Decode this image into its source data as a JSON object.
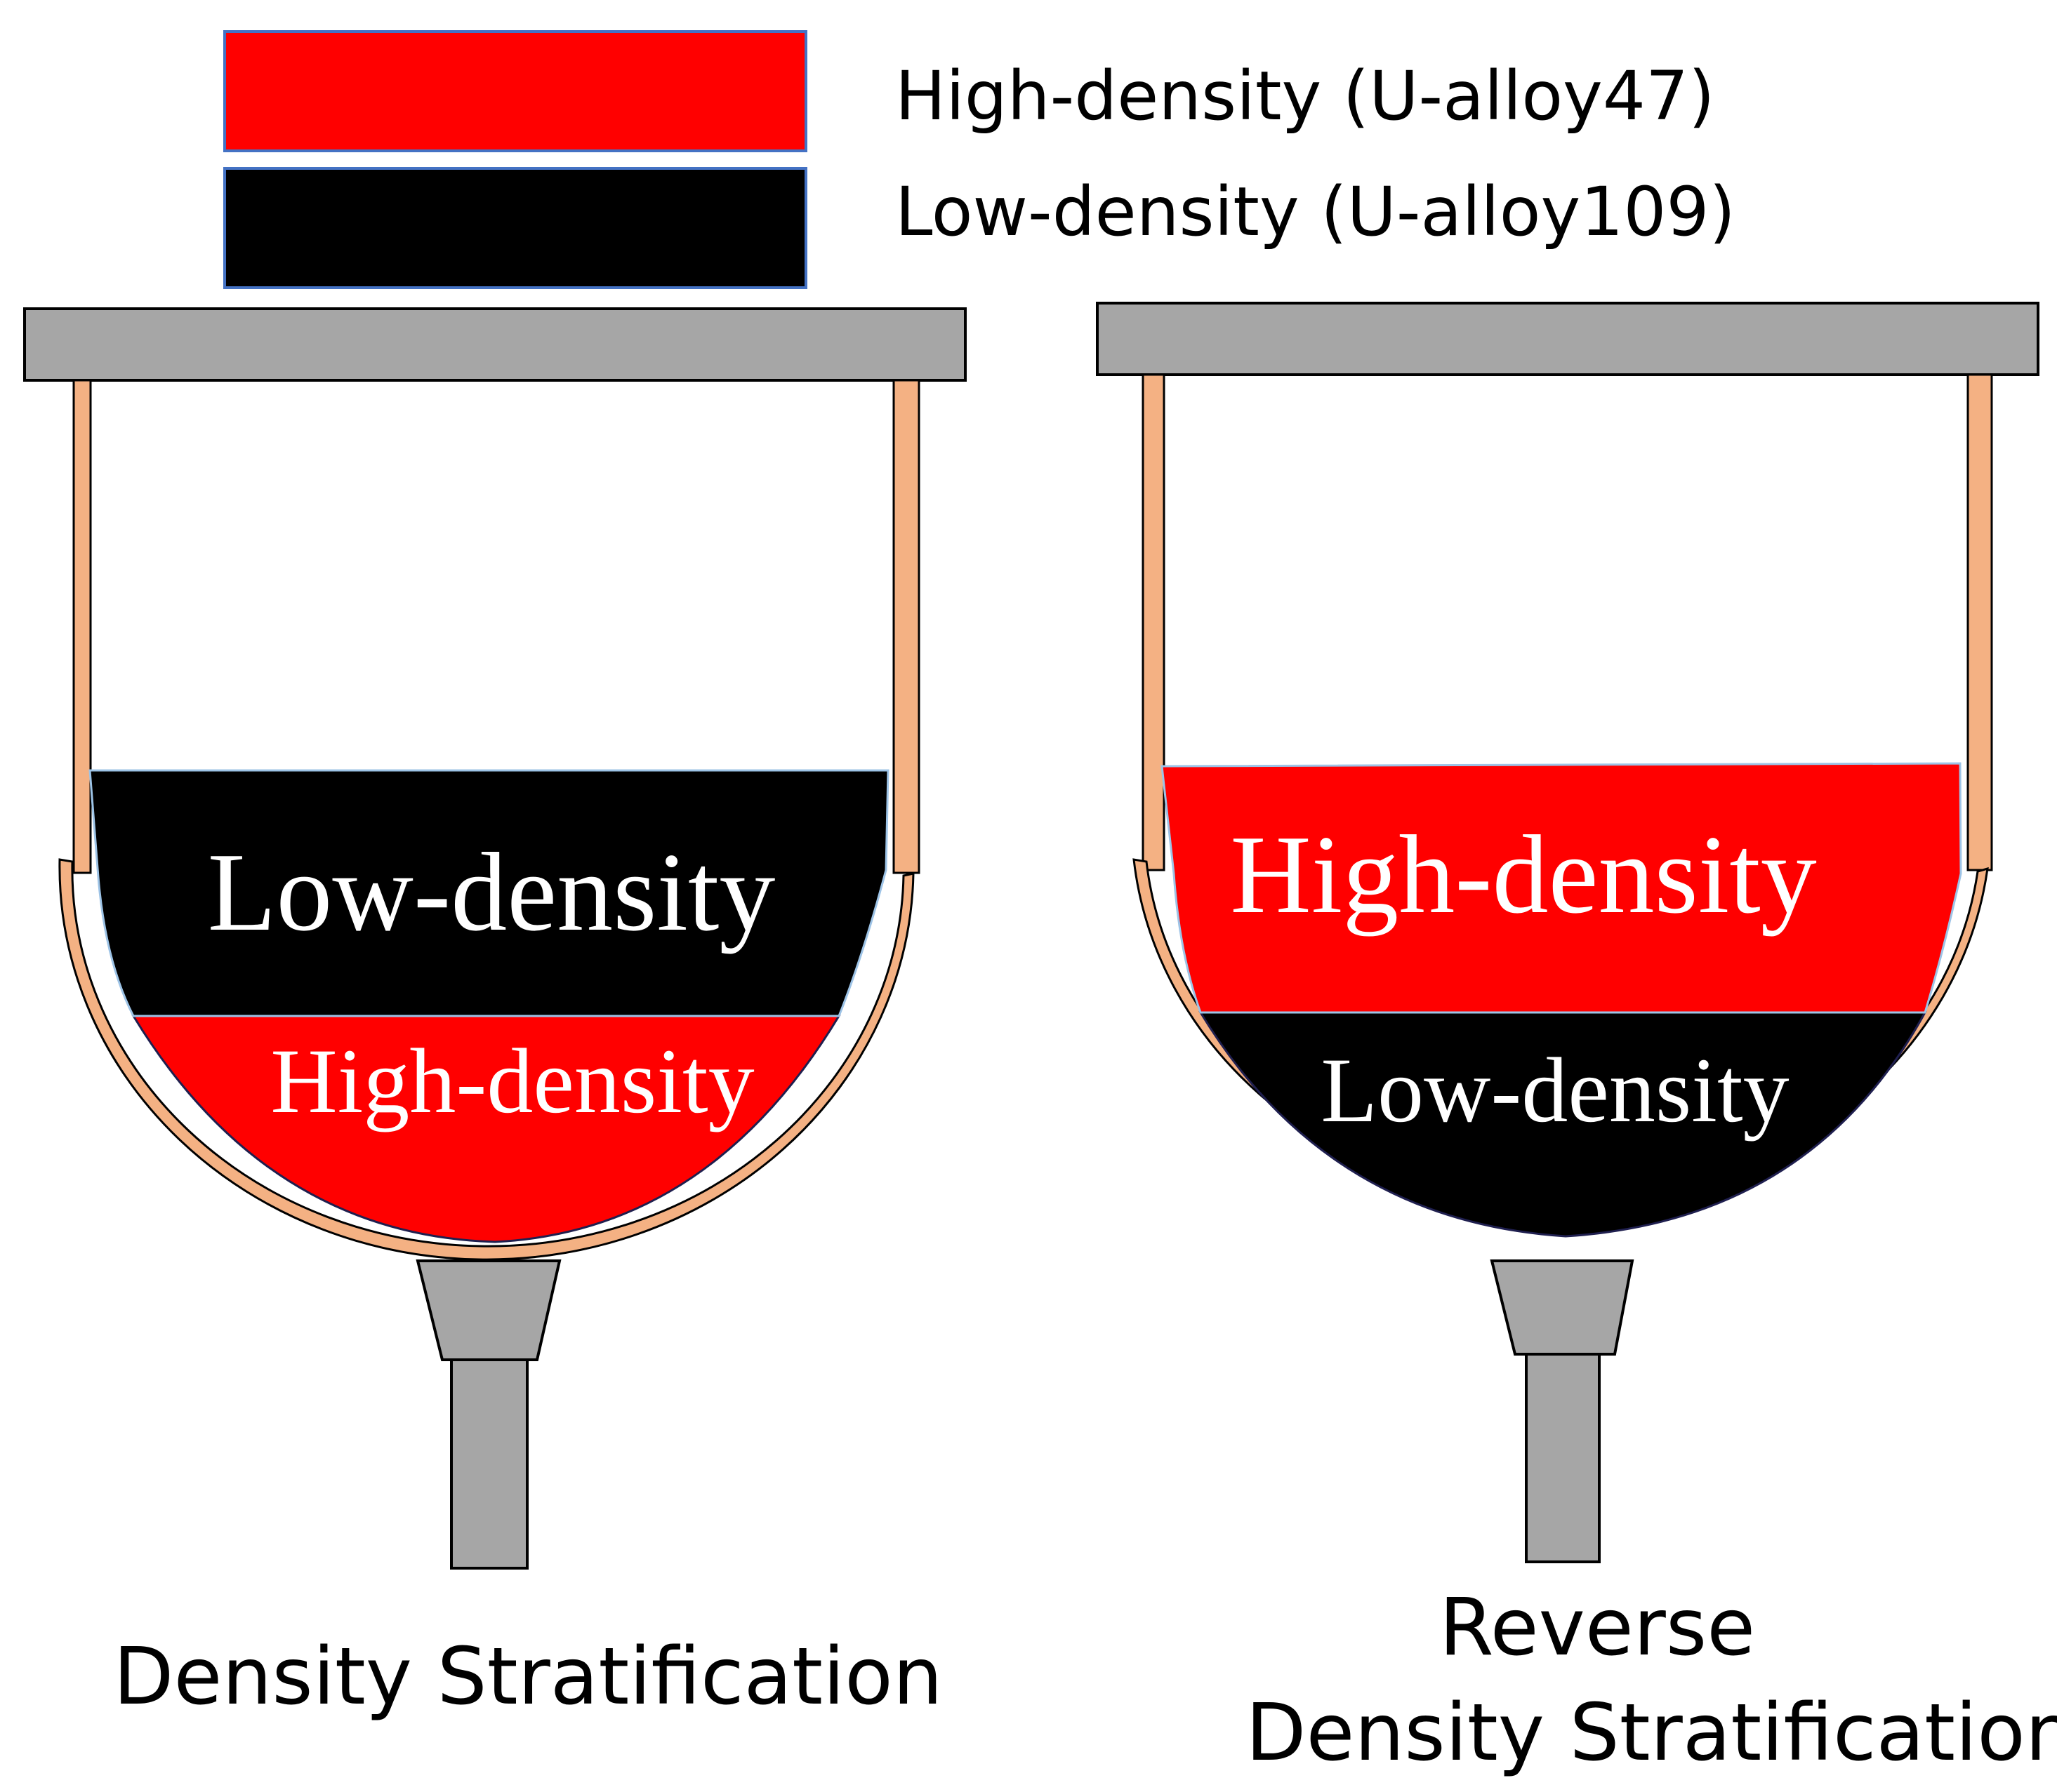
{
  "legend": {
    "high": {
      "label": "High-density (U-alloy47)",
      "color": "#ff0000"
    },
    "low": {
      "label": "Low-density (U-alloy109)",
      "color": "#000000"
    }
  },
  "panels": {
    "left": {
      "caption": "Density Stratification",
      "top_layer": "Low-density",
      "bottom_layer": "High-density"
    },
    "right": {
      "caption_line1": "Reverse",
      "caption_line2": "Density Stratification",
      "top_layer": "High-density",
      "bottom_layer": "Low-density"
    }
  },
  "colors": {
    "frame": "#a6a6a6",
    "crucible_wall": "#f4b183",
    "high_density": "#ff0000",
    "low_density": "#000000"
  }
}
